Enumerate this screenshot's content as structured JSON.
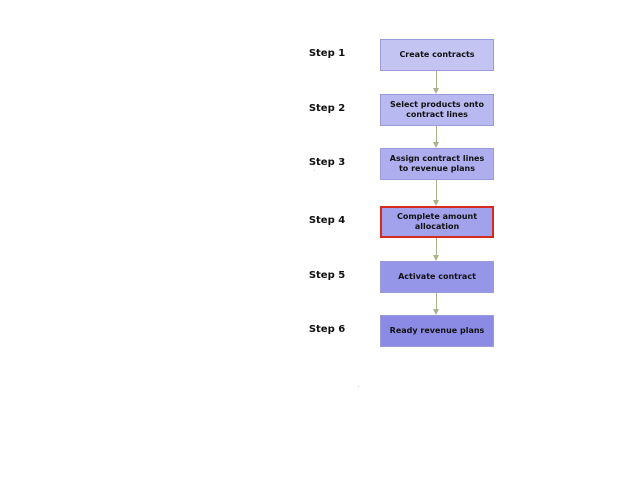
{
  "steps": [
    {
      "label": "Step 1",
      "text": "Create contracts",
      "fill": "#c4c4f3",
      "highlighted": false
    },
    {
      "label": "Step 2",
      "text": "Select products onto contract lines",
      "fill": "#b9b9f1",
      "highlighted": false
    },
    {
      "label": "Step 3",
      "text": "Assign contract lines to revenue plans",
      "fill": "#aeaeee",
      "highlighted": false
    },
    {
      "label": "Step 4",
      "text": "Complete amount allocation",
      "fill": "#a2a2ec",
      "highlighted": true
    },
    {
      "label": "Step 5",
      "text": "Activate contract",
      "fill": "#9696e9",
      "highlighted": false
    },
    {
      "label": "Step 6",
      "text": "Ready revenue plans",
      "fill": "#8b8be5",
      "highlighted": false
    }
  ],
  "colors": {
    "connector": "#a7b38a",
    "highlight_border": "#d62a1e"
  }
}
